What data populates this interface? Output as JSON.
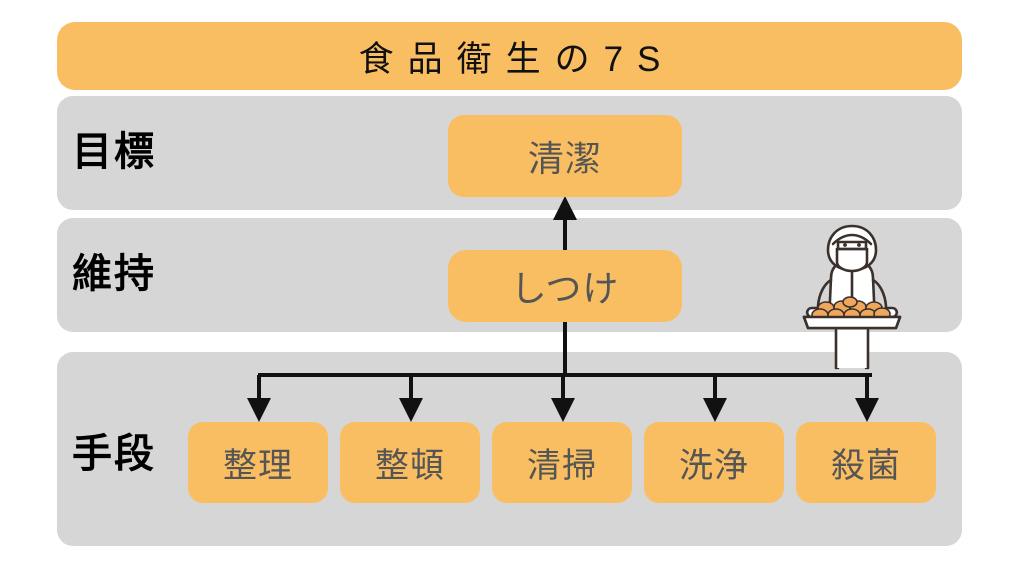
{
  "title": {
    "text": "食品衛生の7S"
  },
  "colors": {
    "orange": "#FABE62",
    "gray_band": "#D6D6D6",
    "node_text": "#555555",
    "label_text": "#000000",
    "arrow": "#111111",
    "page_background": "#FFFFFF",
    "roll": "#EFA75C",
    "outline": "#3A302C"
  },
  "rows": [
    {
      "label": "目標",
      "label_meaning": "goal",
      "nodes": [
        {
          "text": "清潔"
        }
      ]
    },
    {
      "label": "維持",
      "label_meaning": "maintain",
      "nodes": [
        {
          "text": "しつけ"
        }
      ]
    },
    {
      "label": "手段",
      "label_meaning": "means",
      "nodes": [
        {
          "text": "整理"
        },
        {
          "text": "整頓"
        },
        {
          "text": "清掃"
        },
        {
          "text": "洗浄"
        },
        {
          "text": "殺菌"
        }
      ]
    }
  ],
  "illustration": {
    "name": "food-worker-with-tray",
    "description": "食品工場の作業員がパンのトレーを持つイラスト",
    "roll_count": 10
  },
  "connectors": {
    "up_arrow": "しつけ から 清潔 へ",
    "fan_out": "しつけ から 手段の5項目へ"
  }
}
